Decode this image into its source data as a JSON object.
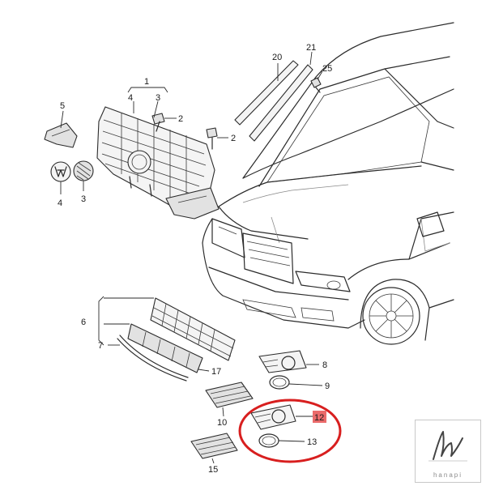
{
  "callouts": {
    "c1": "1",
    "c2a": "2",
    "c2b": "2",
    "c3a": "3",
    "c3b": "3",
    "c4a": "4",
    "c4b": "4",
    "c5": "5",
    "c6": "6",
    "c7": "7",
    "c8": "8",
    "c9": "9",
    "c10": "10",
    "c12": "12",
    "c13": "13",
    "c15": "15",
    "c17": "17",
    "c20": "20",
    "c21": "21",
    "c25": "25"
  },
  "highlight": {
    "part": "12",
    "ring_color": "#d81f1f",
    "label_color": "#ea6a6a"
  },
  "watermark": {
    "text": "hanapi",
    "logo": "hanapi-script-logo"
  }
}
